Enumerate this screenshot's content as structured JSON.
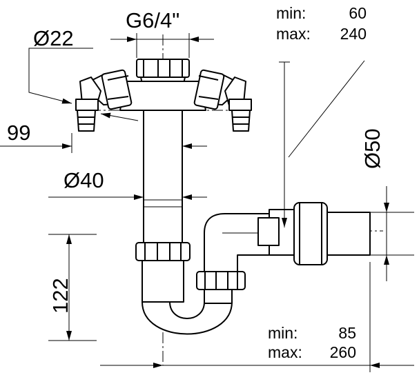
{
  "labels": {
    "thread": "G6/4\"",
    "d22": "Ø22",
    "d40": "Ø40",
    "d50": "Ø50",
    "w99": "99",
    "h122": "122"
  },
  "top_range": {
    "min_label": "min:",
    "min_value": "60",
    "max_label": "max:",
    "max_value": "240"
  },
  "bottom_range": {
    "min_label": "min:",
    "min_value": "85",
    "max_label": "max:",
    "max_value": "260"
  },
  "colors": {
    "ink": "#000000",
    "body": "#ffffff"
  }
}
